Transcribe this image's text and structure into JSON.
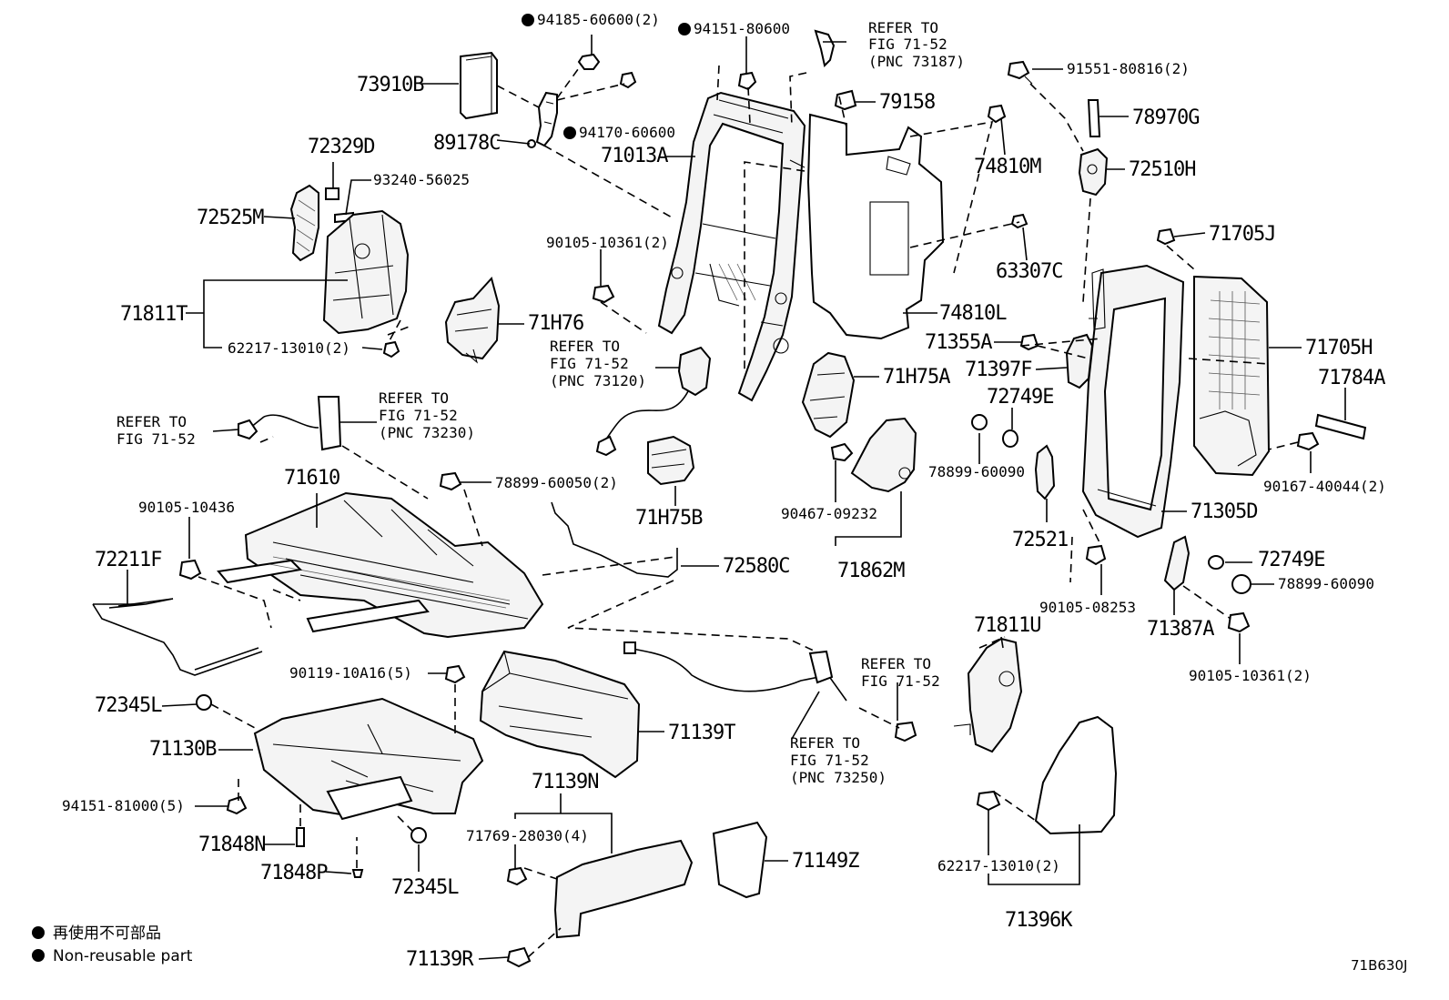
{
  "labels": {
    "p94185": "94185-60600(2)",
    "p94151a": "94151-80600",
    "p73910B": "73910B",
    "p89178C": "89178C",
    "p94170": "94170-60600",
    "p71013A": "71013A",
    "p72329D": "72329D",
    "p93240": "93240-56025",
    "p72525M": "72525M",
    "p71811T": "71811T",
    "p62217a": "62217-13010(2)",
    "p71H76": "71H76",
    "p90105a": "90105-10361(2)",
    "p79158": "79158",
    "p91551": "91551-80816(2)",
    "p78970G": "78970G",
    "p74810M": "74810M",
    "p72510H": "72510H",
    "p63307C": "63307C",
    "p71705J": "71705J",
    "p74810L": "74810L",
    "p71355A": "71355A",
    "p71397F": "71397F",
    "p71705H": "71705H",
    "p71784A": "71784A",
    "p72749Ea": "72749E",
    "p71H75A": "71H75A",
    "p78899a": "78899-60090",
    "p90167": "90167-40044(2)",
    "p90467": "90467-09232",
    "p71862M": "71862M",
    "p71H75B": "71H75B",
    "p71610": "71610",
    "p78899b": "78899-60050(2)",
    "p90105b": "90105-10436",
    "p72211F": "72211F",
    "p72580C": "72580C",
    "p72521": "72521",
    "p71305D": "71305D",
    "p72749Eb": "72749E",
    "p78899c": "78899-60090",
    "p90105c": "90105-08253",
    "p71387A": "71387A",
    "p71811U": "71811U",
    "p90105d": "90105-10361(2)",
    "p90119": "90119-10A16(5)",
    "p72345La": "72345L",
    "p71130B": "71130B",
    "p71139T": "71139T",
    "p94151b": "94151-81000(5)",
    "p71848N": "71848N",
    "p71848P": "71848P",
    "p72345Lb": "72345L",
    "p71139N": "71139N",
    "p71769": "71769-28030(4)",
    "p71149Z": "71149Z",
    "p62217b": "62217-13010(2)",
    "p71396K": "71396K",
    "p71139R": "71139R"
  },
  "refs": {
    "r73187": [
      "REFER TO",
      "FIG 71-52",
      "(PNC 73187)"
    ],
    "r73120": [
      "REFER TO",
      "FIG 71-52",
      "(PNC 73120)"
    ],
    "r73230": [
      "REFER TO",
      "FIG 71-52",
      "(PNC 73230)"
    ],
    "r7152a": [
      "REFER TO",
      "FIG 71-52"
    ],
    "r7152b": [
      "REFER TO",
      "FIG 71-52"
    ],
    "r73250": [
      "REFER TO",
      "FIG 71-52",
      "(PNC 73250)"
    ]
  },
  "legend": {
    "jp": "再使用不可部品",
    "en": "Non-reusable part"
  },
  "figure_id": "71B630J"
}
